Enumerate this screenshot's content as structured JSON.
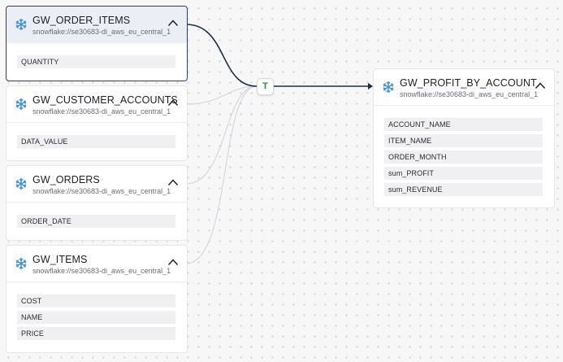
{
  "colors": {
    "active_edge": "#1f2d4d",
    "inactive_edge": "#d6d7dc",
    "selected_border": "#2f3d66",
    "selected_header_bg": "#eceef6",
    "snowflake_icon": "#3f8fd8",
    "transform_label": "#2e8b3e"
  },
  "transform": {
    "label": "T"
  },
  "source_nodes": [
    {
      "title": "GW_ORDER_ITEMS",
      "subtitle": "snowflake://se30683-di_aws_eu_central_1",
      "icon": "snowflake-icon",
      "selected": true,
      "fields": [
        "QUANTITY"
      ]
    },
    {
      "title": "GW_CUSTOMER_ACCOUNTS",
      "subtitle": "snowflake://se30683-di_aws_eu_central_1",
      "icon": "snowflake-icon",
      "selected": false,
      "fields": [
        "DATA_VALUE"
      ]
    },
    {
      "title": "GW_ORDERS",
      "subtitle": "snowflake://se30683-di_aws_eu_central_1",
      "icon": "snowflake-icon",
      "selected": false,
      "fields": [
        "ORDER_DATE"
      ]
    },
    {
      "title": "GW_ITEMS",
      "subtitle": "snowflake://se30683-di_aws_eu_central_1",
      "icon": "snowflake-icon",
      "selected": false,
      "fields": [
        "COST",
        "NAME",
        "PRICE"
      ]
    }
  ],
  "target_node": {
    "title": "GW_PROFIT_BY_ACCOUNT",
    "subtitle": "snowflake://se30683-di_aws_eu_central_1",
    "icon": "snowflake-icon",
    "fields": [
      "ACCOUNT_NAME",
      "ITEM_NAME",
      "ORDER_MONTH",
      "sum_PROFIT",
      "sum_REVENUE"
    ]
  }
}
